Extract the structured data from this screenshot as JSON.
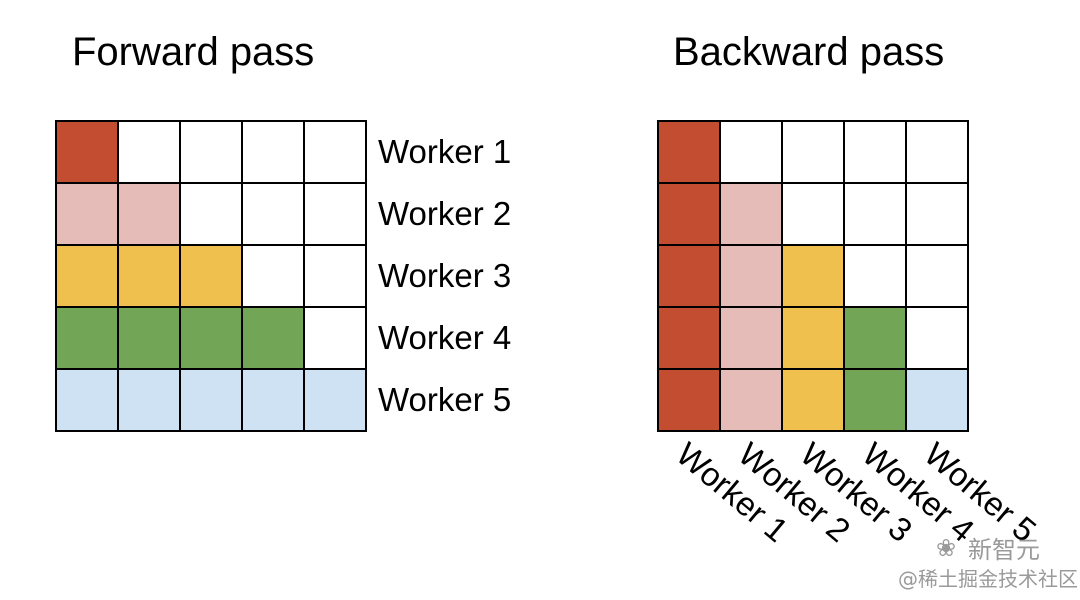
{
  "colors": {
    "red": "#c24d31",
    "pink": "#e6bcb8",
    "yellow": "#efc04d",
    "green": "#73a556",
    "blue": "#cfe2f3",
    "empty": "#ffffff",
    "border": "#000000"
  },
  "forward": {
    "title": "Forward pass",
    "row_labels": [
      "Worker 1",
      "Worker 2",
      "Worker 3",
      "Worker 4",
      "Worker 5"
    ],
    "grid": [
      [
        "red",
        "empty",
        "empty",
        "empty",
        "empty"
      ],
      [
        "pink",
        "pink",
        "empty",
        "empty",
        "empty"
      ],
      [
        "yellow",
        "yellow",
        "yellow",
        "empty",
        "empty"
      ],
      [
        "green",
        "green",
        "green",
        "green",
        "empty"
      ],
      [
        "blue",
        "blue",
        "blue",
        "blue",
        "blue"
      ]
    ]
  },
  "backward": {
    "title": "Backward pass",
    "col_labels": [
      "Worker 1",
      "Worker 2",
      "Worker 3",
      "Worker 4",
      "Worker 5"
    ],
    "grid": [
      [
        "red",
        "empty",
        "empty",
        "empty",
        "empty"
      ],
      [
        "red",
        "pink",
        "empty",
        "empty",
        "empty"
      ],
      [
        "red",
        "pink",
        "yellow",
        "empty",
        "empty"
      ],
      [
        "red",
        "pink",
        "yellow",
        "green",
        "empty"
      ],
      [
        "red",
        "pink",
        "yellow",
        "green",
        "blue"
      ]
    ]
  },
  "watermark": {
    "line1": "新智元",
    "line2": "@稀土掘金技术社区"
  }
}
